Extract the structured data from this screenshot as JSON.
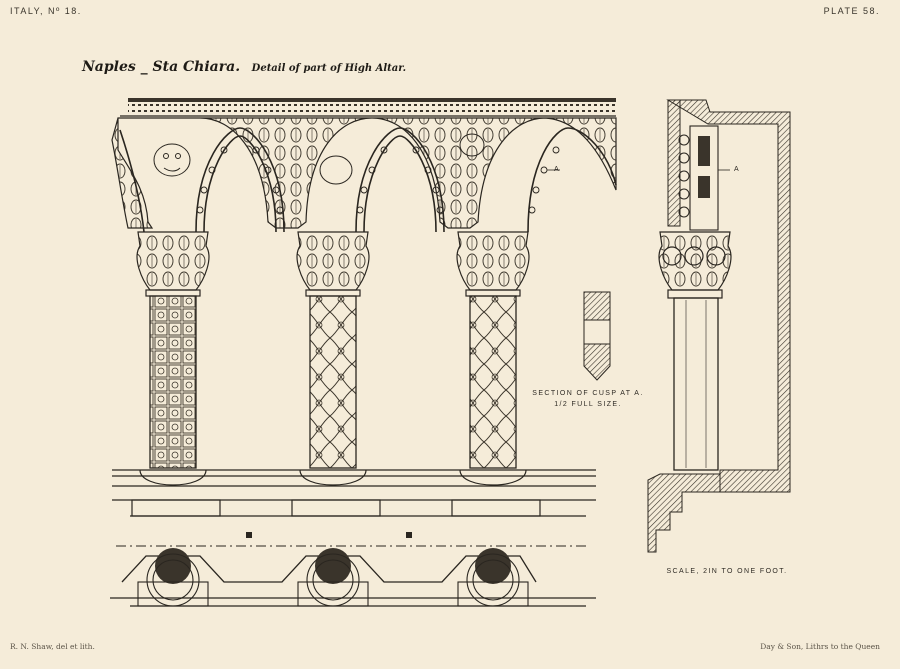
{
  "header": {
    "series": "ITALY, Nº 18.",
    "plate": "PLATE 58."
  },
  "title": {
    "main": "Naples _ Sta Chiara.",
    "sub": "Detail of part of High Altar."
  },
  "annotations": {
    "section_marker_front": "A",
    "section_marker_side": "A",
    "section_caption_line1": "SECTION OF CUSP AT A.",
    "section_caption_line2": "1/2 FULL SIZE.",
    "scale_caption": "SCALE, 2IN TO ONE FOOT."
  },
  "credits": {
    "artist": "R. N. Shaw, del et lith.",
    "printer": "Day & Son, Lithrs to the Queen"
  },
  "colors": {
    "paper": "#f5ecd9",
    "ink": "#2a2620"
  }
}
